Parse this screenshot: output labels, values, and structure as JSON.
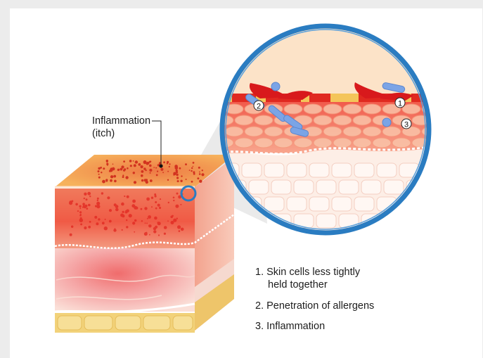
{
  "callout": {
    "line1": "Inflammation",
    "line2": "(itch)"
  },
  "legend": {
    "item1_line1": "1. Skin cells less tightly",
    "item1_line2": "held together",
    "item2": "2. Penetration of allergens",
    "item3": "3. Inflammation"
  },
  "markers": [
    "1",
    "2",
    "3"
  ],
  "colors": {
    "magnifier_ring": "#2a7cc1",
    "inflammation_red": "#e8261f",
    "allergen_blue": "#7ba4e6",
    "fat_yellow": "#f2d27a"
  }
}
